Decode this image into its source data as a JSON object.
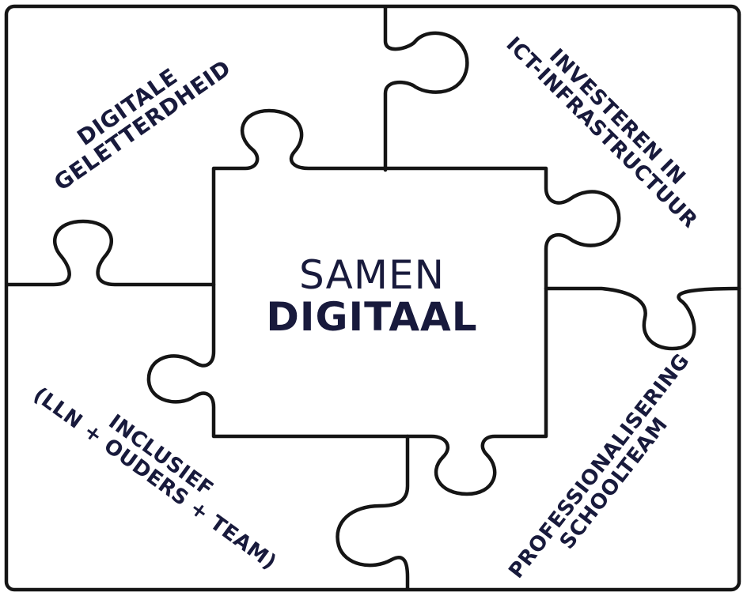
{
  "center": {
    "line1": "SAMEN",
    "line2": "DIGITAAL"
  },
  "pieces": {
    "top_left": {
      "line1": "DIGITALE",
      "line2": "GELETTERDHEID"
    },
    "top_right": {
      "line1": "INVESTEREN IN",
      "line2": "ICT-INFRASTRUCTUUR"
    },
    "bottom_left": {
      "line1": "INCLUSIEF",
      "line2": "(LLN + OUDERS + TEAM)"
    },
    "bottom_right": {
      "line1": "PROFESSIONALISERING",
      "line2": "SCHOOLTEAM"
    }
  },
  "colors": {
    "ink": "#151515",
    "text": "#181a3c",
    "background": "#ffffff"
  }
}
